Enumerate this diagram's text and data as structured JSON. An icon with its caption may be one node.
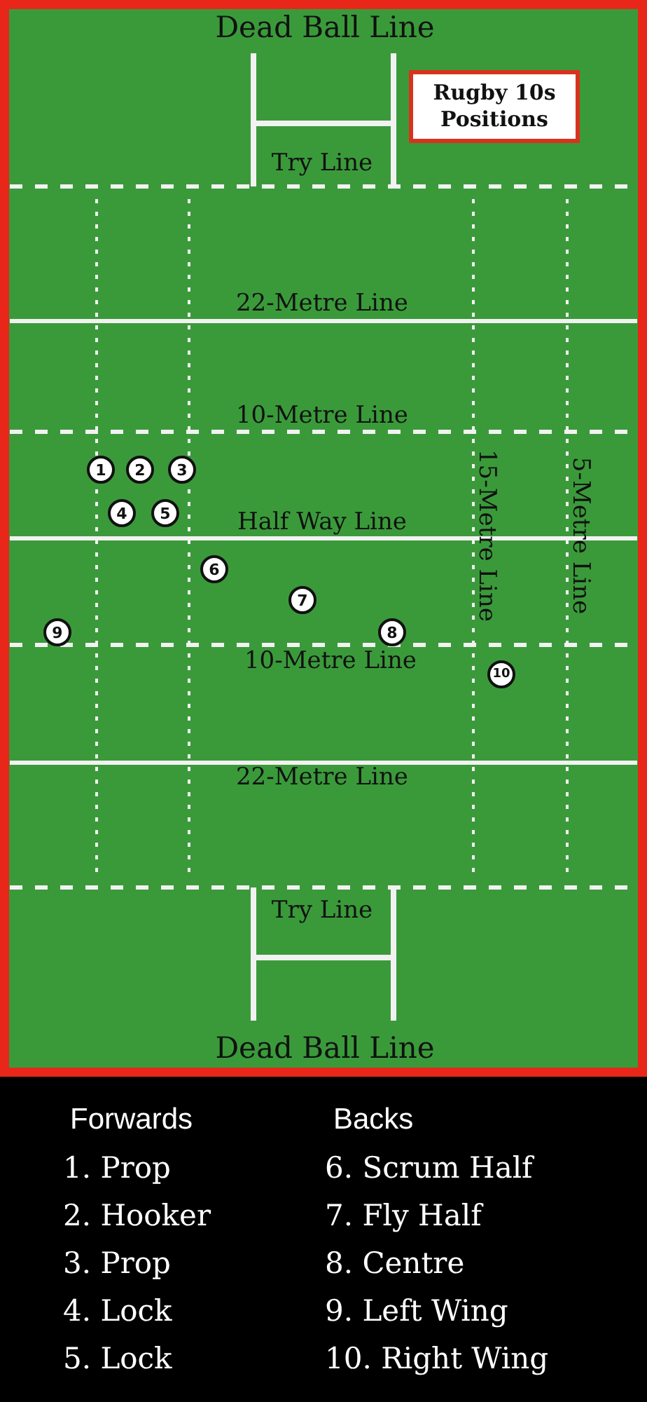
{
  "diagram": {
    "title": "Rugby 10s Positions",
    "nodes": [
      {
        "text": [
          "1"
        ]
      },
      {
        "text": [
          "2"
        ]
      },
      {
        "text": [
          "3"
        ]
      },
      {
        "text": [
          "4"
        ]
      },
      {
        "text": [
          "5"
        ]
      },
      {
        "text": [
          "6"
        ]
      },
      {
        "text": [
          "7"
        ]
      },
      {
        "text": [
          "9"
        ]
      },
      {
        "text": [
          "8"
        ]
      },
      {
        "text": [
          "10"
        ]
      }
    ],
    "labels": [
      "Dead Ball Line",
      "Try Line",
      "22-Metre Line",
      "10-Metre Line",
      "15-Metre Line",
      "5-Metre Line",
      "Half Way Line",
      "10-Metre Line",
      "22-Metre Line",
      "Try Line",
      "Dead Ball Line",
      "Forwards",
      "Backs",
      "1. Prop",
      "6. Scrum Half",
      "2. Hooker",
      "7. Fly Half",
      "3. Prop",
      "8. Centre",
      "4. Lock",
      "9. Left Wing",
      "5. Lock",
      "10. Right Wing"
    ]
  }
}
